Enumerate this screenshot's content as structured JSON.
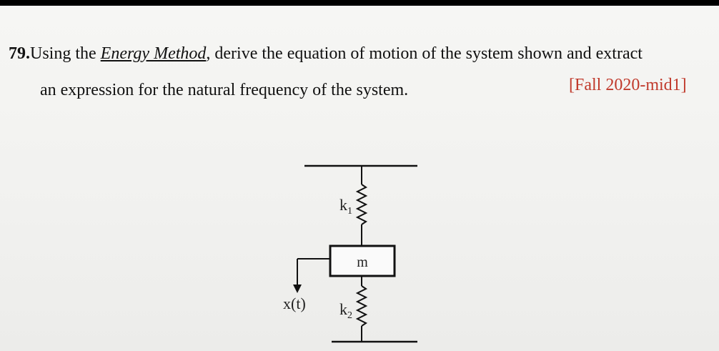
{
  "question": {
    "number": "79.",
    "text_before": "Using the ",
    "emphasis": "Energy Method",
    "text_after": ", derive the equation of motion of the system shown and extract",
    "line2": "an expression for the natural frequency of the system.",
    "source_tag": "[Fall 2020-mid1]"
  },
  "diagram": {
    "k1": "k",
    "k1_sub": "1",
    "k2": "k",
    "k2_sub": "2",
    "mass": "m",
    "displacement": "x(t)"
  }
}
